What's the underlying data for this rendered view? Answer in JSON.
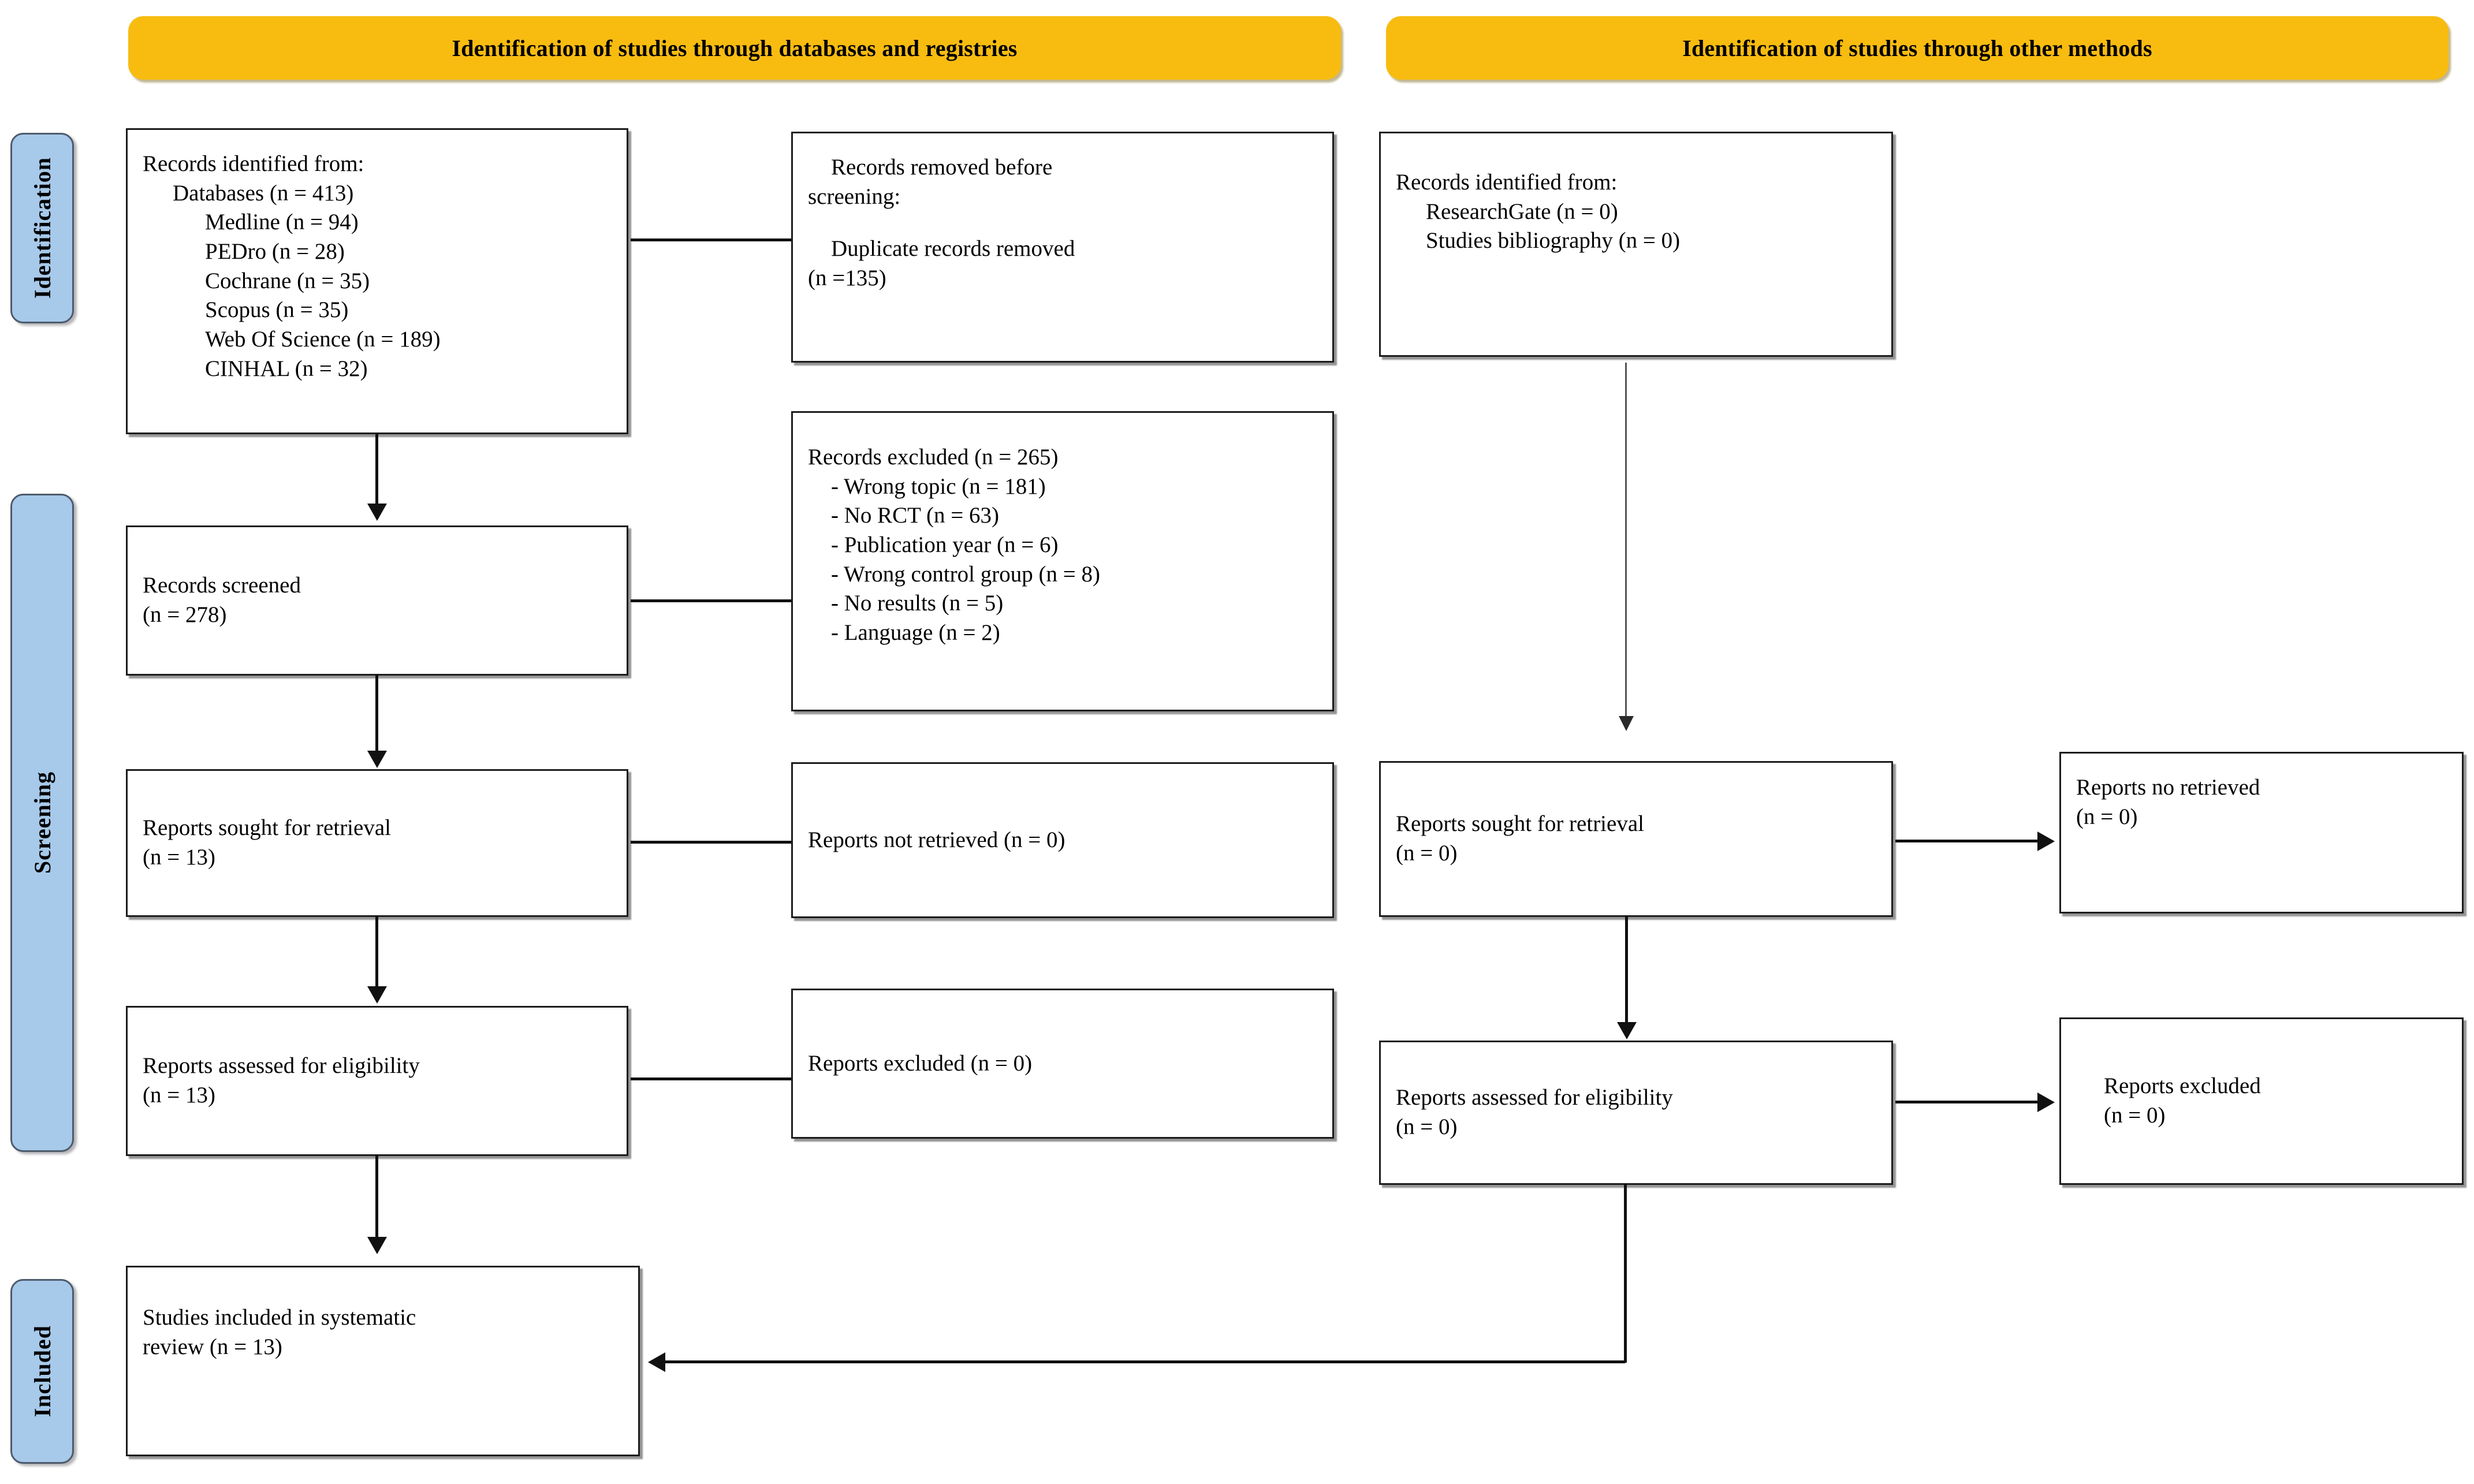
{
  "diagram": {
    "type": "prisma-flow-diagram",
    "headers": [
      {
        "id": "databases",
        "label": "Identification of studies through databases and registries"
      },
      {
        "id": "other",
        "label": "Identification of studies through other methods"
      }
    ],
    "stages": [
      {
        "id": "identification",
        "label": "Identification"
      },
      {
        "id": "screening",
        "label": "Screening"
      },
      {
        "id": "included",
        "label": "Included"
      }
    ],
    "boxes": {
      "records_identified_db": {
        "title": "Records identified from:",
        "lines": [
          "Databases (n = 413)",
          "Medline (n = 94)",
          "PEDro (n = 28)",
          "Cochrane (n = 35)",
          "Scopus (n = 35)",
          "Web Of Science (n = 189)",
          "CINHAL (n = 32)"
        ]
      },
      "records_removed": {
        "line1": "Records removed before",
        "line2": "screening:",
        "line3": "Duplicate records removed",
        "line4": "(n =135)"
      },
      "records_identified_other": {
        "title": "Records identified from:",
        "lines": [
          "ResearchGate (n = 0)",
          "Studies bibliography (n = 0)"
        ]
      },
      "records_screened": {
        "line1": "Records screened",
        "line2": "(n = 278)"
      },
      "records_excluded": {
        "title": "Records excluded (n = 265)",
        "reasons": [
          "- Wrong topic (n = 181)",
          "- No RCT (n = 63)",
          "- Publication year (n = 6)",
          "- Wrong control group (n = 8)",
          "- No results (n = 5)",
          "- Language (n = 2)"
        ]
      },
      "reports_sought_db": {
        "line1": "Reports sought for retrieval",
        "line2": "(n = 13)"
      },
      "reports_not_retrieved_db": {
        "line1": "Reports not retrieved (n = 0)"
      },
      "reports_sought_other": {
        "line1": "Reports sought for retrieval",
        "line2": "(n = 0)"
      },
      "reports_not_retrieved_other": {
        "line1": "Reports no retrieved",
        "line2": "(n = 0)"
      },
      "reports_assessed_db": {
        "line1": "Reports assessed for eligibility",
        "line2": "(n = 13)"
      },
      "reports_excluded_db": {
        "line1": "Reports excluded (n = 0)"
      },
      "reports_assessed_other": {
        "line1": "Reports assessed for eligibility",
        "line2": "(n = 0)"
      },
      "reports_excluded_other": {
        "line1": "Reports excluded",
        "line2": "(n = 0)"
      },
      "studies_included": {
        "line1": "Studies included in systematic",
        "line2": "review (n = 13)"
      }
    },
    "colors": {
      "header_orange": "#F8BC10",
      "stage_blue": "#A7C9EA",
      "box_border": "#1C1C1C",
      "connector": "#111111",
      "background": "#FFFFFF"
    }
  }
}
